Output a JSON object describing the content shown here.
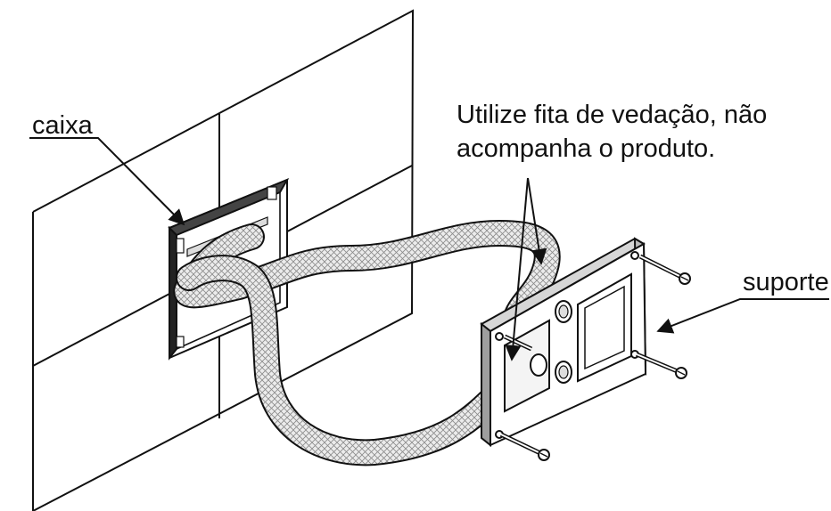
{
  "labels": {
    "caixa": "caixa",
    "note_line1": "Utilize fita de vedação, não",
    "note_line2": "acompanha o produto.",
    "suporte": "suporte"
  },
  "colors": {
    "line": "#111111",
    "hose_fill": "#ececec",
    "hatch": "#8a8a8a",
    "background": "#ffffff"
  }
}
